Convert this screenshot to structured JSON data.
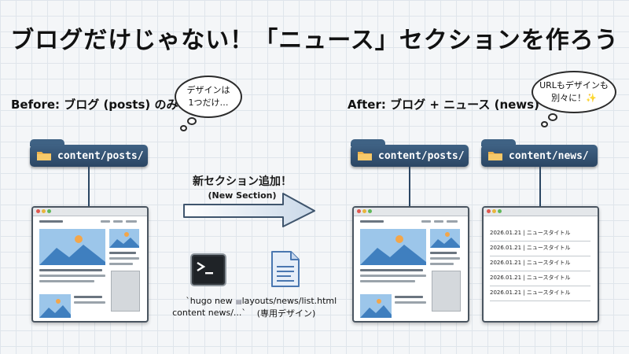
{
  "title": "ブログだけじゃない！「ニュース」セクションを作ろう",
  "before": {
    "caption": "Before: ブログ (posts) のみ",
    "bubble_line1": "デザインは",
    "bubble_line2": "1つだけ…",
    "folder": "content/posts/"
  },
  "arrow": {
    "label": "新セクション追加！",
    "sublabel": "(New Section)"
  },
  "command": {
    "line1": "`hugo new",
    "line2": "content news/...`",
    "icon": "terminal-icon"
  },
  "layout_file": {
    "line1": "layouts/news/list.html",
    "line2": "(専用デザイン)",
    "icon": "document-icon"
  },
  "after": {
    "caption": "After: ブログ + ニュース (news)",
    "bubble_line1": "URLもデザインも",
    "bubble_line2": "別々に！✨",
    "folder_posts": "content/posts/",
    "folder_news": "content/news/",
    "news_items": [
      "2026.01.21 | ニュースタイトル",
      "2026.01.21 | ニュースタイトル",
      "2026.01.21 | ニュースタイトル",
      "2026.01.21 | ニュースタイトル",
      "2026.01.21 | ニュースタイトル"
    ]
  },
  "colors": {
    "folder": "#2f4c6b",
    "arrow": "#dfe8f2",
    "sky": "#8fbde3",
    "sun": "#f3a64a",
    "mountain": "#3f7fbf"
  }
}
